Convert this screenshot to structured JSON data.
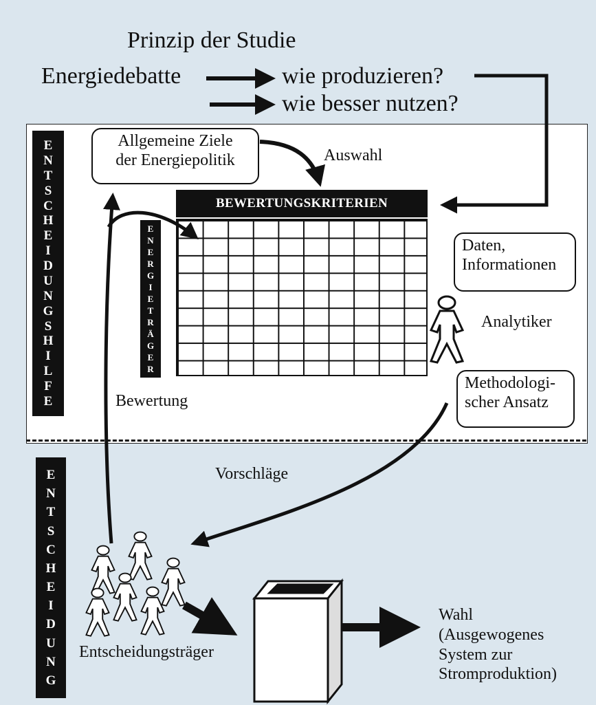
{
  "title": "Prinzip der Studie",
  "header": {
    "energiedebatte": "Energiedebatte",
    "wie_produzieren": "wie produzieren?",
    "wie_nutzen": "wie besser nutzen?"
  },
  "vertical_labels": {
    "entscheidungshilfe": [
      "E",
      "N",
      "T",
      "S",
      "C",
      "H",
      "E",
      "I",
      "D",
      "U",
      "N",
      "G",
      "S",
      "H",
      "I",
      "L",
      "F",
      "E"
    ],
    "energietraeger": [
      "E",
      "N",
      "E",
      "R",
      "G",
      "I",
      "E",
      "T",
      "R",
      "Ä",
      "G",
      "E",
      "R"
    ],
    "entscheidung": [
      "E",
      "N",
      "T",
      "S",
      "C",
      "H",
      "E",
      "I",
      "D",
      "U",
      "N",
      "G"
    ]
  },
  "boxes": {
    "ziele_line1": "Allgemeine Ziele",
    "ziele_line2": "der Energiepolitik",
    "daten_line1": "Daten,",
    "daten_line2": "Informationen",
    "method_line1": "Methodologi-",
    "method_line2": "scher Ansatz"
  },
  "bewertungskriterien": "BEWERTUNGSKRITERIEN",
  "labels": {
    "auswahl": "Auswahl",
    "analytiker": "Analytiker",
    "bewertung": "Bewertung",
    "vorschlaege": "Vorschläge",
    "entscheidungstraeger": "Entscheidungsträger"
  },
  "wahl": {
    "line1": "Wahl",
    "line2": "(Ausgewogenes",
    "line3": "System zur",
    "line4": "Stromproduktion)"
  },
  "icons": [
    "person-icon",
    "ballot-box-icon",
    "arrow-icon"
  ]
}
